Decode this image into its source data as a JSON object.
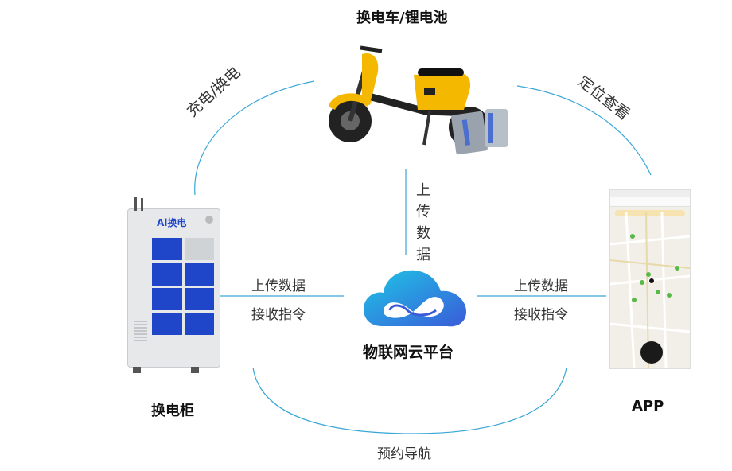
{
  "nodes": {
    "scooter": "换电车/锂电池",
    "cabinet": "换电柜",
    "app": "APP",
    "cloud": "物联网云平台"
  },
  "cabinet_brand": "Ai换电",
  "edges": {
    "charge_swap": "充电/换电",
    "locate_view": "定位查看",
    "upload_vertical": [
      "上",
      "传",
      "数",
      "据"
    ],
    "left_upload": "上传数据",
    "left_receive": "接收指令",
    "right_upload": "上传数据",
    "right_receive": "接收指令",
    "reserve_nav": "预约导航"
  },
  "colors": {
    "arc": "#3aa7d6",
    "cloud_start": "#1ec6e6",
    "cloud_end": "#3a5bd9",
    "scooter_yellow": "#f5b800",
    "cabinet_blue": "#1f45c9"
  }
}
